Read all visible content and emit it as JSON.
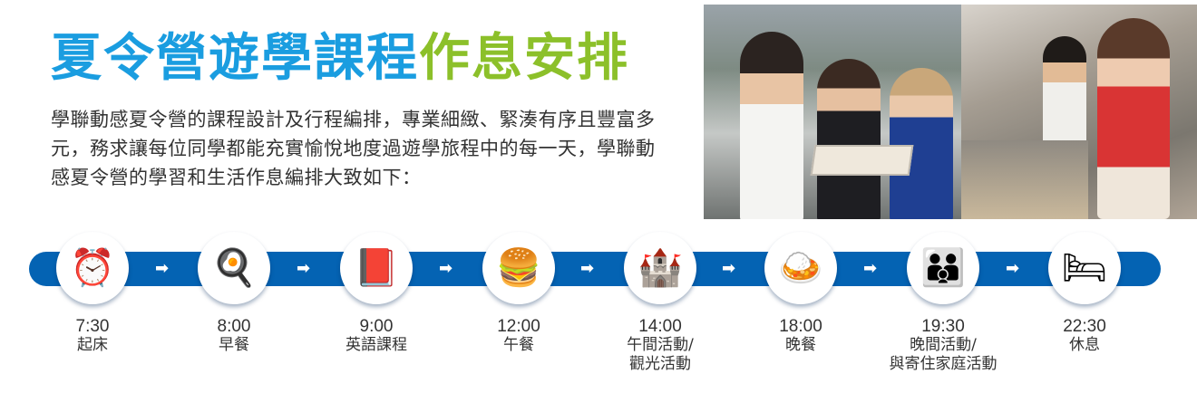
{
  "header": {
    "title_part1": "夏令營遊學課程",
    "title_part2": "作息安排",
    "title_color_primary": "#1a9de0",
    "title_color_accent": "#8cc02a"
  },
  "intro": {
    "paragraph": "學聯動感夏令營的課程設計及行程編排，專業細緻、緊湊有序且豐富多元，務求讓每位同學都能充實愉悅地度過遊學旅程中的每一天，學聯動感夏令營的學習和生活作息編排大致如下："
  },
  "photo": {
    "alt": "students-cooking-and-dining-photo"
  },
  "timeline": {
    "band_color": "#0463b3",
    "arrow_glyph": "➡",
    "items": [
      {
        "time": "7:30",
        "activity": "起床",
        "activity2": "",
        "icon": "alarm-clock-icon",
        "glyph": "⏰"
      },
      {
        "time": "8:00",
        "activity": "早餐",
        "activity2": "",
        "icon": "breakfast-icon",
        "glyph": "🍳"
      },
      {
        "time": "9:00",
        "activity": "英語課程",
        "activity2": "",
        "icon": "english-book-icon",
        "glyph": "📕"
      },
      {
        "time": "12:00",
        "activity": "午餐",
        "activity2": "",
        "icon": "burger-meal-icon",
        "glyph": "🍔"
      },
      {
        "time": "14:00",
        "activity": "午間活動/",
        "activity2": "觀光活動",
        "icon": "big-ben-sightseeing-icon",
        "glyph": "🏰"
      },
      {
        "time": "18:00",
        "activity": "晚餐",
        "activity2": "",
        "icon": "fried-rice-icon",
        "glyph": "🍛"
      },
      {
        "time": "19:30",
        "activity": "晚間活動/",
        "activity2": "與寄住家庭活動",
        "icon": "host-family-icon",
        "glyph": "👪"
      },
      {
        "time": "22:30",
        "activity": "休息",
        "activity2": "",
        "icon": "bed-icon",
        "glyph": "🛏"
      }
    ]
  }
}
